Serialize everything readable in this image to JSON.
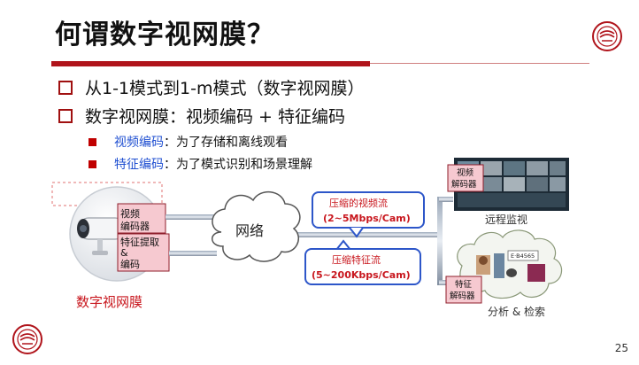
{
  "slide": {
    "title": "何谓数字视网膜？",
    "bullets_l1": [
      "从1-1模式到1-m模式（数字视网膜）",
      "数字视网膜：视频编码 + 特征编码"
    ],
    "bullets_l2": [
      {
        "label": "视频编码",
        "text": "：为了存储和离线观看"
      },
      {
        "label": "特征编码",
        "text": "：为了模式识别和场景理解"
      }
    ],
    "page_number": "25"
  },
  "diagram": {
    "camera_module_video": [
      "视频",
      "编码器"
    ],
    "camera_module_feature": [
      "特征提取",
      "&",
      "编码"
    ],
    "camera_caption": "数字视网膜",
    "network_label": "网络",
    "video_stream": [
      "压缩的视频流",
      "(2~5Mbps/Cam)"
    ],
    "feature_stream": [
      "压缩特征流",
      "(5~200Kbps/Cam)"
    ],
    "video_decoder": [
      "视频",
      "解码器"
    ],
    "feature_decoder": [
      "特征",
      "解码器"
    ],
    "remote_label": "远程监视",
    "analysis_label": "分析 & 检索",
    "plate_text": "E·B4565",
    "colors": {
      "accent": "#b0141b",
      "box_fill": "#f6c9d0",
      "link": "#1f4fd1",
      "bubble_border": "#2d56c9"
    }
  }
}
